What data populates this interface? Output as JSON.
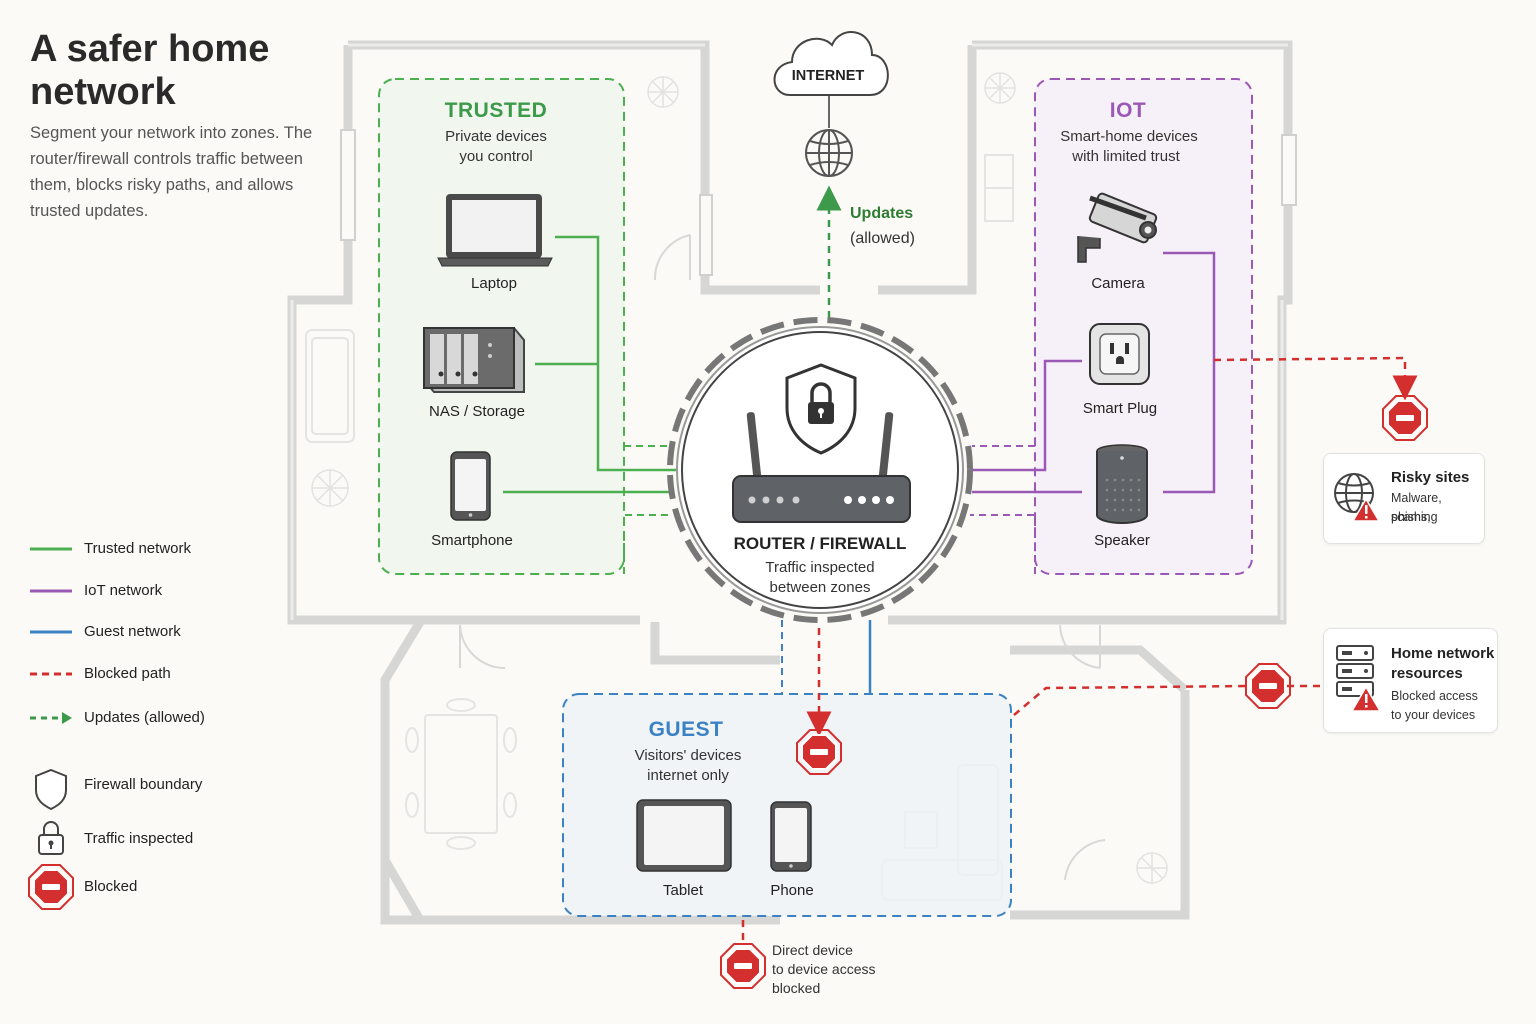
{
  "header": {
    "title": "A safer home network",
    "subtitle": "Segment your network into zones. The router/firewall controls traffic between them, blocks risky paths, and allows trusted updates."
  },
  "colors": {
    "trusted": "#4caf50",
    "iot": "#9b59b6",
    "guest": "#3b82c4",
    "blocked": "#d32f2f",
    "updates": "#3c9a4a"
  },
  "internet": {
    "label": "INTERNET",
    "updates_label": "Updates",
    "updates_sub": "(allowed)",
    "icon": "globe-icon"
  },
  "router": {
    "title": "ROUTER / FIREWALL",
    "subtitle_line1": "Traffic inspected",
    "subtitle_line2": "between zones",
    "icons": [
      "shield-lock-icon",
      "router-icon"
    ]
  },
  "zones": {
    "trusted": {
      "title": "TRUSTED",
      "sub_line1": "Private devices",
      "sub_line2": "you control",
      "devices": [
        {
          "label": "Laptop",
          "icon": "laptop-icon"
        },
        {
          "label": "NAS / Storage",
          "icon": "nas-icon"
        },
        {
          "label": "Smartphone",
          "icon": "smartphone-icon"
        }
      ]
    },
    "iot": {
      "title": "IOT",
      "sub_line1": "Smart-home devices",
      "sub_line2": "with limited trust",
      "devices": [
        {
          "label": "Camera",
          "icon": "camera-icon"
        },
        {
          "label": "Smart Plug",
          "icon": "smart-plug-icon"
        },
        {
          "label": "Speaker",
          "icon": "speaker-icon"
        }
      ]
    },
    "guest": {
      "title": "GUEST",
      "sub_line1": "Visitors' devices",
      "sub_line2": "internet only",
      "devices": [
        {
          "label": "Tablet",
          "icon": "tablet-icon"
        },
        {
          "label": "Phone",
          "icon": "phone-icon"
        }
      ]
    }
  },
  "cards": {
    "risky": {
      "title": "Risky sites",
      "line1": "Malware, scams,",
      "line2": "phishing",
      "icon": "globe-warning-icon"
    },
    "home": {
      "title_line1": "Home network",
      "title_line2": "resources",
      "line1": "Blocked access",
      "line2": "to your devices",
      "icon": "server-warning-icon"
    }
  },
  "blocked_note": {
    "line1": "Direct device",
    "line2": "to device access",
    "line3": "blocked"
  },
  "legend": {
    "items": [
      {
        "label": "Trusted network",
        "style": "solid-green"
      },
      {
        "label": "IoT network",
        "style": "solid-purple"
      },
      {
        "label": "Guest network",
        "style": "solid-blue"
      },
      {
        "label": "Blocked path",
        "style": "dashed-red"
      },
      {
        "label": "Updates (allowed)",
        "style": "dashed-green-arrow"
      },
      {
        "label": "Firewall boundary",
        "style": "shield-icon"
      },
      {
        "label": "Traffic inspected",
        "style": "lock-icon"
      },
      {
        "label": "Blocked",
        "style": "stop-icon"
      }
    ]
  }
}
